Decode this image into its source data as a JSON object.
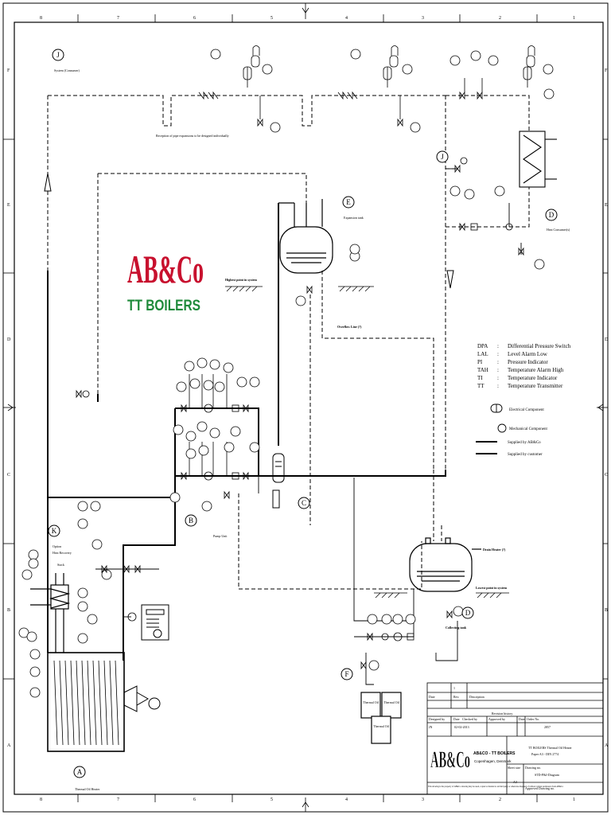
{
  "frame": {
    "columns": [
      "8",
      "7",
      "6",
      "5",
      "4",
      "3",
      "2",
      "1"
    ],
    "rows": [
      "F",
      "E",
      "D",
      "C",
      "B",
      "A"
    ]
  },
  "brand": {
    "name": "AB&Co",
    "product": "TT BOILERS",
    "red": "#c8102e",
    "green": "#1e8a3a"
  },
  "notes": {
    "system_consumer": "System (Consumer)",
    "pipe_expansion": "Reception of pipe expansions to be designed individually",
    "highest_point": "Highest point in system",
    "overflow": "Overflow Line (?)",
    "expansion_vessel": "Expansion tank",
    "heat_consumer": "Heat Consumer(s)",
    "pump_unit": "Pump Unit",
    "heat_recovery": [
      "Option",
      "Heat Recovery",
      "Stack"
    ],
    "drain_tank": "Drain Heater (?)",
    "lowest_point": "Lowest point in system",
    "collecting_tank": "Collecting tank",
    "thermal_oil_heater": "Thermal Oil Heater"
  },
  "markers": {
    "J": "J",
    "E": "E",
    "D": "D",
    "K": "K",
    "B": "B",
    "C": "C",
    "F": "F",
    "A": "A"
  },
  "legend": {
    "abbreviations": [
      {
        "code": "DPA",
        "desc": "Differential Pressure Switch"
      },
      {
        "code": "LAL",
        "desc": "Level Alarm Low"
      },
      {
        "code": "PI",
        "desc": "Pressure Indicator"
      },
      {
        "code": "TAH",
        "desc": "Temperature Alarm High"
      },
      {
        "code": "TI",
        "desc": "Temperature Indicator"
      },
      {
        "code": "TT",
        "desc": "Temperature Transmitter"
      }
    ],
    "electrical": "Electrical Component",
    "mechanical": "Mechanical Component",
    "supplied_abco": "Supplied by AB&Co",
    "supplied_customer": "Supplied by customer"
  },
  "tanks": {
    "thermal_oil": "Thermal Oil"
  },
  "title_block": {
    "rev_number": "1",
    "date_label": "Date",
    "rev_label": "Rev.",
    "description_label": "Description",
    "revision_history": "Revision history",
    "designed_by": "Designed by",
    "date2": "Date",
    "checked_by": "Checked by",
    "approved_by": "Approved by",
    "date3": "Date",
    "order_no": "Order No.",
    "designer": "JN",
    "design_date": "02-02-2013",
    "order_value": "2857",
    "company": "AB&CO - TT BOILERS",
    "city": "Copenhagen, Denmark",
    "title_line1": "TT BOILERS Thermal Oil Heater",
    "title_line2": "Paper A3 - DIN 2774",
    "sheet_size_label": "Sheet size",
    "sheet_size": "A3",
    "drawing_no_label": "Drawing no.",
    "drawing_no": "STD-P&I-Diagram",
    "approved_drawing": "Approved Drawing no.",
    "disclaimer": "This drawing is the property of AB&Co drawing may be used, copied or handed to an third party or otherwise disposed of without written permission from AB&Co"
  }
}
